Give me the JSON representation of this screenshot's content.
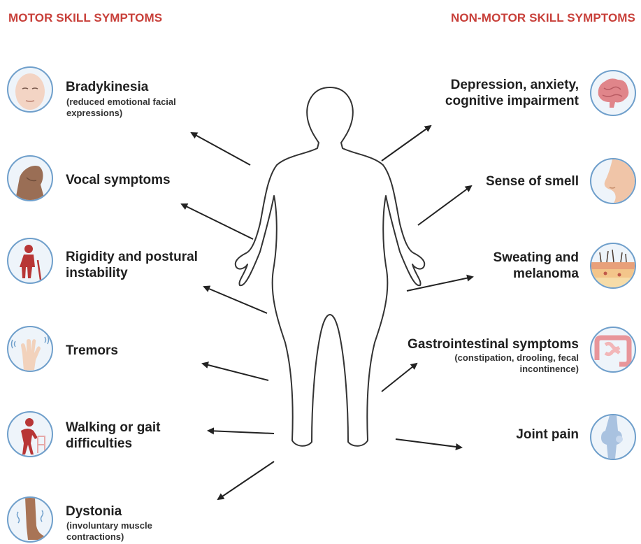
{
  "headings": {
    "motor": "MOTOR SKILL SYMPTOMS",
    "non_motor": "NON-MOTOR SKILL SYMPTOMS"
  },
  "motor": [
    {
      "label": "Bradykinesia",
      "sub": "(reduced emotional facial expressions)",
      "icon": "face-icon"
    },
    {
      "label": "Vocal symptoms",
      "sub": "",
      "icon": "neck-icon"
    },
    {
      "label": "Rigidity and postural instability",
      "sub": "",
      "icon": "elderly-person-cane-icon"
    },
    {
      "label": "Tremors",
      "sub": "",
      "icon": "shaking-hand-icon"
    },
    {
      "label": "Walking or gait difficulties",
      "sub": "",
      "icon": "person-walker-icon"
    },
    {
      "label": "Dystonia",
      "sub": "(involuntary muscle contractions)",
      "icon": "leg-cramp-icon"
    }
  ],
  "non_motor": [
    {
      "label": "Depression, anxiety, cognitive impairment",
      "sub": "",
      "icon": "brain-icon"
    },
    {
      "label": "Sense of smell",
      "sub": "",
      "icon": "nose-icon"
    },
    {
      "label": "Sweating and melanoma",
      "sub": "",
      "icon": "skin-layers-icon"
    },
    {
      "label": "Gastrointestinal symptoms",
      "sub": "(constipation, drooling, fecal incontinence)",
      "icon": "intestine-icon"
    },
    {
      "label": "Joint pain",
      "sub": "",
      "icon": "knee-joint-icon"
    }
  ],
  "colors": {
    "heading": "#c8403a",
    "icon_border": "#6f9fcb",
    "icon_fill": "#eef4fa",
    "arrow": "#222222",
    "figure_outline": "#333333"
  }
}
